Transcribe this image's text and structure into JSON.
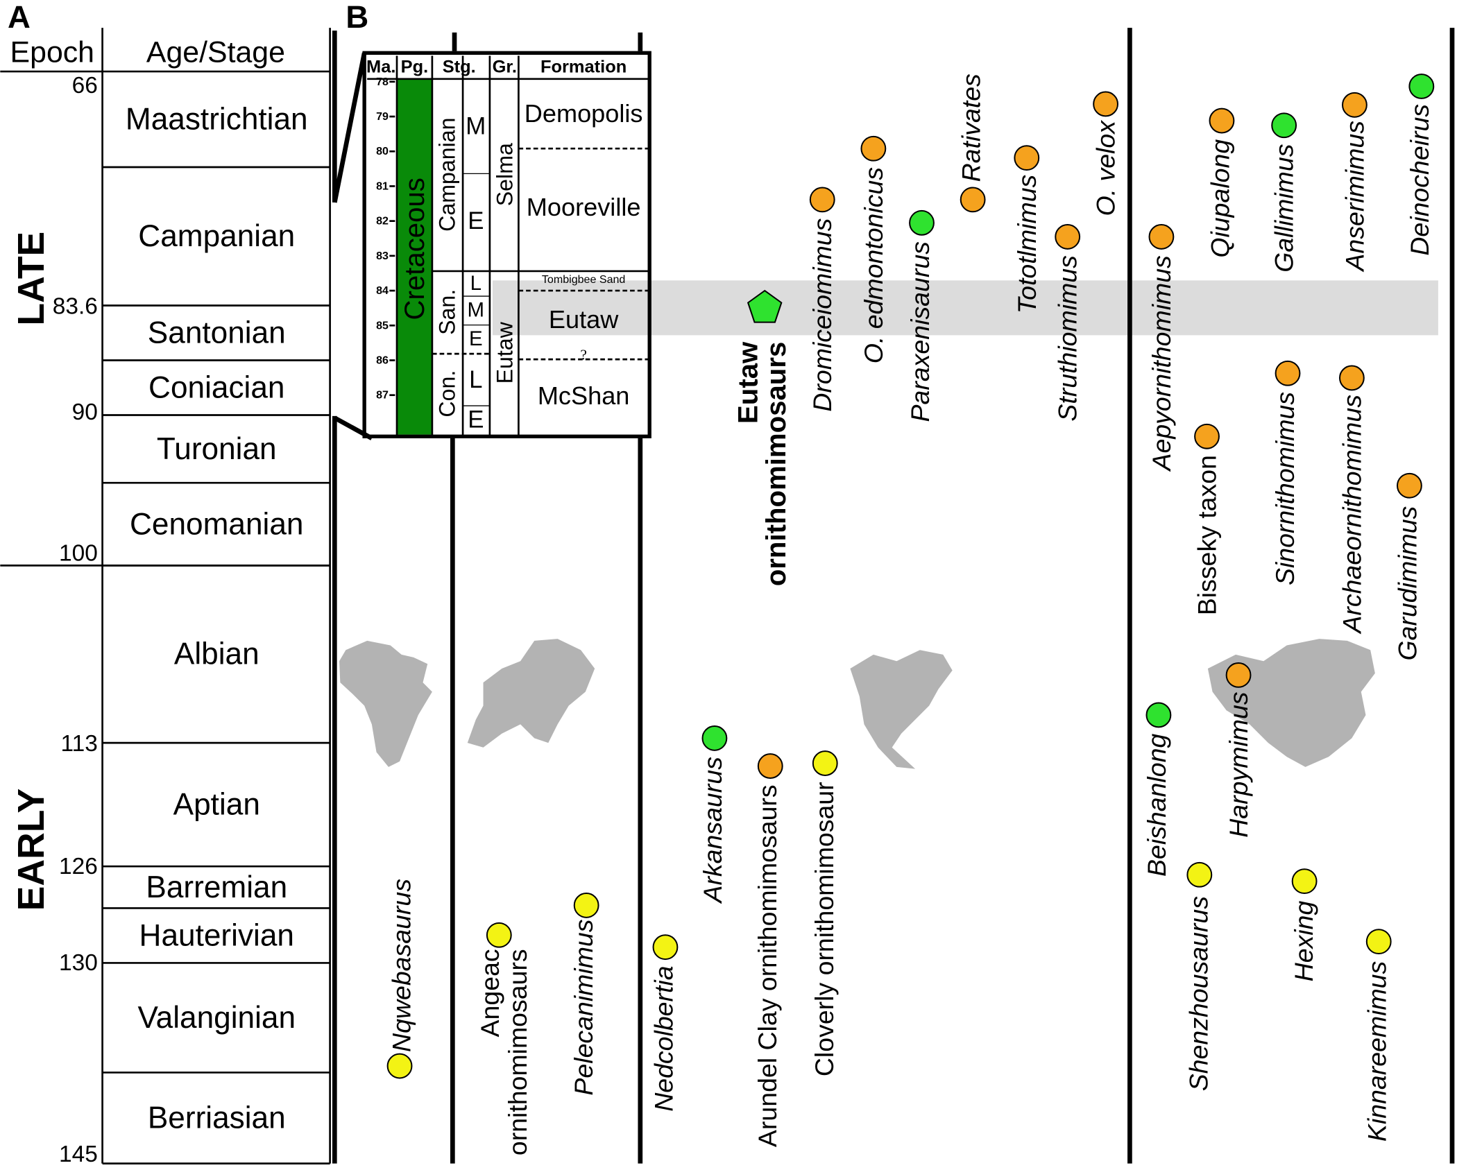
{
  "panel_labels": {
    "a": "A",
    "b": "B"
  },
  "timescale": {
    "headers": {
      "epoch": "Epoch",
      "age": "Age/Stage"
    },
    "epochs": [
      "LATE",
      "EARLY"
    ],
    "stages": [
      "Maastrichtian",
      "Campanian",
      "Santonian",
      "Coniacian",
      "Turonian",
      "Cenomanian",
      "Albian",
      "Aptian",
      "Barremian",
      "Hauterivian",
      "Valanginian",
      "Berriasian"
    ],
    "ticks": [
      "66",
      "83.6",
      "90",
      "100",
      "113",
      "126",
      "130",
      "145"
    ]
  },
  "inset": {
    "headers": {
      "ma": "Ma.",
      "pg": "Pg.",
      "stg": "Stg.",
      "gr": "Gr.",
      "formation": "Formation"
    },
    "ma_ticks": [
      "78",
      "79",
      "80",
      "81",
      "82",
      "83",
      "84",
      "85",
      "86",
      "87"
    ],
    "period": "Cretaceous",
    "stages": [
      "Campanian",
      "San.",
      "Con."
    ],
    "substages": [
      "M",
      "E",
      "L",
      "M",
      "E",
      "L",
      "E"
    ],
    "groups": [
      "Selma",
      "Eutaw"
    ],
    "formations": [
      "Demopolis",
      "Mooreville",
      "Tombigbee Sand",
      "Eutaw",
      "?",
      "McShan"
    ]
  },
  "colors": {
    "orange": "#f5a21e",
    "green": "#2fe22f",
    "yellow": "#f3f314",
    "period_green": "#098a09",
    "band": "#dcdcdc"
  },
  "highlight": {
    "lines": [
      "Eutaw",
      "ornithomimosaurs"
    ],
    "marker": "pentagon",
    "color": "green"
  },
  "taxa": [
    {
      "name": "Nqwebasaurus",
      "color": "yellow",
      "italic": true
    },
    {
      "name": "Angeac ornithomimosaurs",
      "lines": [
        "Angeac",
        "ornithomimosaurs"
      ],
      "color": "yellow",
      "italic": false
    },
    {
      "name": "Pelecanimimus",
      "color": "yellow",
      "italic": true
    },
    {
      "name": "Nedcolbertia",
      "color": "yellow",
      "italic": true
    },
    {
      "name": "Arkansaurus",
      "color": "green",
      "italic": true
    },
    {
      "name": "Arundel Clay ornithomimosaurs",
      "color": "orange",
      "italic": false
    },
    {
      "name": "Cloverly ornithomimosaur",
      "color": "yellow",
      "italic": false
    },
    {
      "name": "Dromiceiomimus",
      "color": "orange",
      "italic": true
    },
    {
      "name": "O. edmontonicus",
      "color": "orange",
      "italic": true
    },
    {
      "name": "Paraxenisaurus",
      "color": "green",
      "italic": true
    },
    {
      "name": "Rativates",
      "color": "orange",
      "italic": true
    },
    {
      "name": "Tototlmimus",
      "color": "orange",
      "italic": true
    },
    {
      "name": "Struthiomimus",
      "color": "orange",
      "italic": true
    },
    {
      "name": "O. velox",
      "color": "orange",
      "italic": true
    },
    {
      "name": "Aepyornithomimus",
      "color": "orange",
      "italic": true
    },
    {
      "name": "Qiupalong",
      "color": "orange",
      "italic": true
    },
    {
      "name": "Gallimimus",
      "color": "green",
      "italic": true
    },
    {
      "name": "Anserimimus",
      "color": "orange",
      "italic": true
    },
    {
      "name": "Deinocheirus",
      "color": "green",
      "italic": true
    },
    {
      "name": "Bisseky taxon",
      "color": "orange",
      "italic": false
    },
    {
      "name": "Sinornithomimus",
      "color": "orange",
      "italic": true
    },
    {
      "name": "Archaeornithomimus",
      "color": "orange",
      "italic": true
    },
    {
      "name": "Garudimimus",
      "color": "orange",
      "italic": true
    },
    {
      "name": "Harpymimus",
      "color": "orange",
      "italic": true
    },
    {
      "name": "Beishanlong",
      "color": "green",
      "italic": true
    },
    {
      "name": "Shenzhousaurus",
      "color": "yellow",
      "italic": true
    },
    {
      "name": "Hexing",
      "color": "yellow",
      "italic": true
    },
    {
      "name": "Kinnareemimus",
      "color": "yellow",
      "italic": true
    }
  ]
}
